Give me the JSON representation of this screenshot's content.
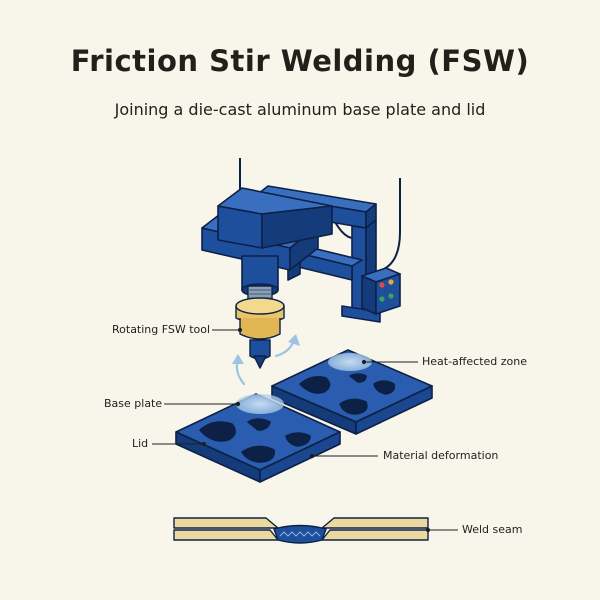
{
  "title": "Friction Stir Welding (FSW)",
  "subtitle": "Joining a die-cast aluminum base plate and lid",
  "labels": {
    "tool": "Rotating FSW tool",
    "heat_zone": "Heat-affected zone",
    "base_plate": "Base plate",
    "lid": "Lid",
    "deformation": "Material deformation",
    "weld_seam": "Weld seam"
  },
  "icons": [
    "rotation-arrow-icon",
    "indicator-light-icon"
  ],
  "colors": {
    "background": "#f8f5ea",
    "machine_blue": "#1e4f9c",
    "outline": "#0d2147",
    "tool_gold": "#e8c46a",
    "plate_tan": "#ecd9a0",
    "heat_zone": "#a8cbe8",
    "indicator_red": "#e2493a",
    "indicator_orange": "#f0a23a",
    "indicator_green": "#3aa655"
  }
}
